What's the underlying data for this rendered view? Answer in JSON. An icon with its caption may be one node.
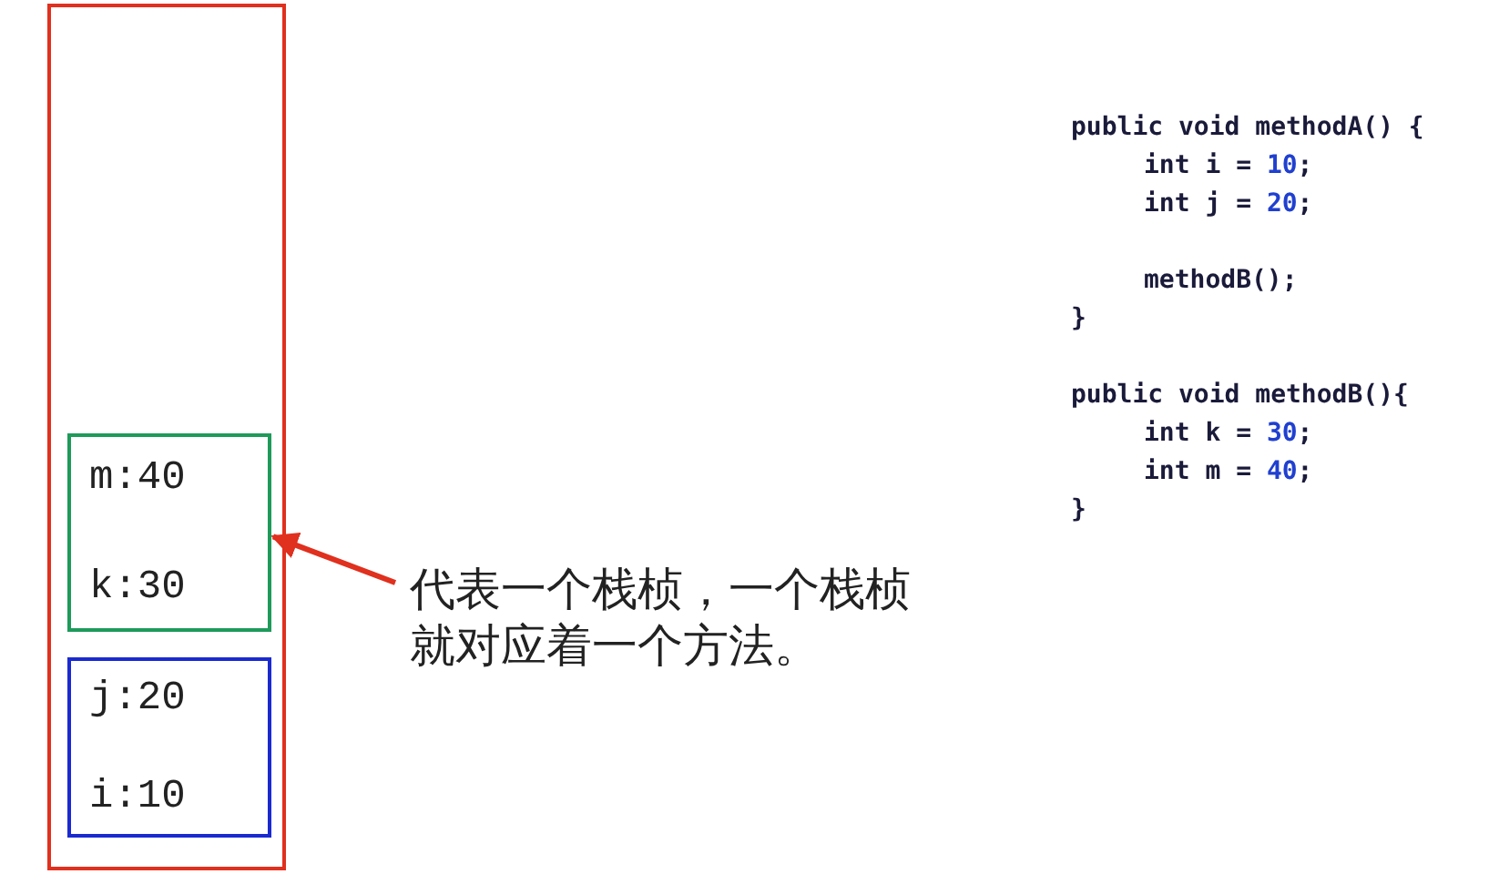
{
  "diagram": {
    "nodes": [
      {
        "text": [],
        "shape": "box"
      },
      {
        "text": [
          "m:40",
          "k:30"
        ],
        "in": 0
      },
      {
        "text": [
          "j:20",
          "i:10"
        ],
        "in": 0
      },
      {
        "text": [
          "代表一个栈桢，一个栈桢就对应着一个方法。"
        ]
      }
    ],
    "edges": [
      {
        "from": 3,
        "to": 1,
        "arrow": "to",
        "color": "#e0301e"
      }
    ],
    "labels": [
      "public void methodA() {",
      "int i = 10;",
      "int j = 20;",
      "methodB();",
      "}",
      "public void methodB(){",
      "int k = 30;",
      "int m = 40;",
      "}"
    ]
  }
}
